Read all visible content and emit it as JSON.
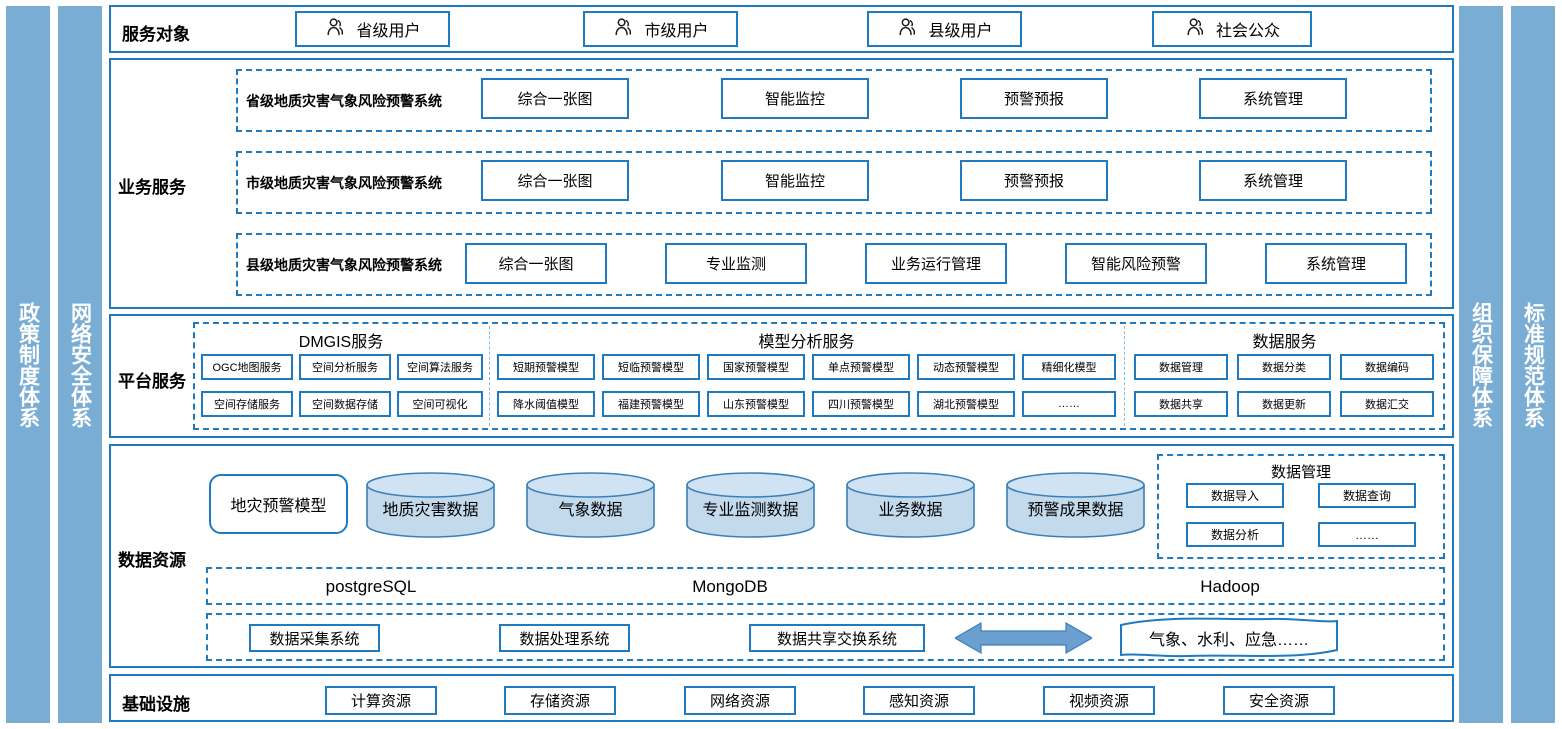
{
  "colors": {
    "pillar_fill": "#7aadd4",
    "frame_blue": "#1f7ac0",
    "box_blue": "#1f7ac0",
    "cylinder_fill": "#c3d9ec",
    "cylinder_top": "#cfe0f0",
    "arrow_fill": "#6a9fd0"
  },
  "pillars": {
    "left": [
      {
        "name": "policy-system",
        "label": "政策制度体系"
      },
      {
        "name": "network-security",
        "label": "网络安全体系"
      }
    ],
    "right": [
      {
        "name": "organization-guarantee",
        "label": "组织保障体系"
      },
      {
        "name": "standard-specification",
        "label": "标准规范体系"
      }
    ]
  },
  "service_targets": {
    "label": "服务对象",
    "items": [
      {
        "icon": "user-icon",
        "label": "省级用户"
      },
      {
        "icon": "user-icon",
        "label": "市级用户"
      },
      {
        "icon": "user-icon",
        "label": "县级用户"
      },
      {
        "icon": "user-icon",
        "label": "社会公众"
      }
    ]
  },
  "business_services": {
    "label": "业务服务",
    "rows": [
      {
        "system": "省级地质灾害气象风险预警系统",
        "modules": [
          "综合一张图",
          "智能监控",
          "预警预报",
          "系统管理"
        ]
      },
      {
        "system": "市级地质灾害气象风险预警系统",
        "modules": [
          "综合一张图",
          "智能监控",
          "预警预报",
          "系统管理"
        ]
      },
      {
        "system": "县级地质灾害气象风险预警系统",
        "modules": [
          "综合一张图",
          "专业监测",
          "业务运行管理",
          "智能风险预警",
          "系统管理"
        ]
      }
    ]
  },
  "platform_services": {
    "label": "平台服务",
    "groups": [
      {
        "title": "DMGIS服务",
        "row1": [
          "OGC地图服务",
          "空间分析服务",
          "空间算法服务"
        ],
        "row2": [
          "空间存储服务",
          "空间数据存储",
          "空间可视化"
        ]
      },
      {
        "title": "模型分析服务",
        "row1": [
          "短期预警模型",
          "短临预警模型",
          "国家预警模型",
          "单点预警模型",
          "动态预警模型",
          "精细化模型"
        ],
        "row2": [
          "降水阈值模型",
          "福建预警模型",
          "山东预警模型",
          "四川预警模型",
          "湖北预警模型",
          "……"
        ]
      },
      {
        "title": "数据服务",
        "row1": [
          "数据管理",
          "数据分类",
          "数据编码"
        ],
        "row2": [
          "数据共享",
          "数据更新",
          "数据汇交"
        ]
      }
    ]
  },
  "data_resources": {
    "label": "数据资源",
    "model_box": "地灾预警模型",
    "cylinders": [
      "地质灾害数据",
      "气象数据",
      "专业监测数据",
      "业务数据",
      "预警成果数据"
    ],
    "data_management": {
      "title": "数据管理",
      "items": [
        "数据导入",
        "数据查询",
        "数据分析",
        "……"
      ]
    },
    "databases": [
      "postgreSQL",
      "MongoDB",
      "Hadoop"
    ],
    "exchange": {
      "systems": [
        "数据采集系统",
        "数据处理系统",
        "数据共享交换系统"
      ],
      "arrow": "double-arrow-icon",
      "external": "气象、水利、应急……"
    }
  },
  "infrastructure": {
    "label": "基础设施",
    "items": [
      "计算资源",
      "存储资源",
      "网络资源",
      "感知资源",
      "视频资源",
      "安全资源"
    ]
  }
}
